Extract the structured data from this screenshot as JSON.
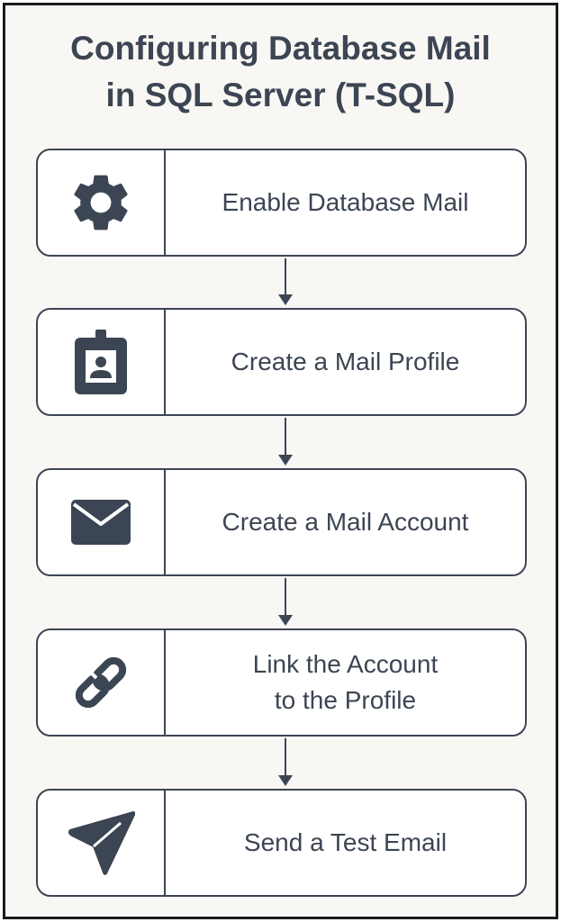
{
  "title": {
    "line1": "Configuring Database Mail",
    "line2": "in SQL Server (T-SQL)"
  },
  "colors": {
    "primary": "#3c4553",
    "background": "#f9f7f4",
    "box_fill": "#ffffff",
    "frame_border": "#1b1b1b"
  },
  "steps": [
    {
      "icon": "gear-icon",
      "label": "Enable Database Mail"
    },
    {
      "icon": "id-badge-icon",
      "label": "Create a Mail Profile"
    },
    {
      "icon": "envelope-icon",
      "label": "Create a Mail Account"
    },
    {
      "icon": "link-icon",
      "label_line1": "Link the Account",
      "label_line2": "to the Profile"
    },
    {
      "icon": "paper-plane-icon",
      "label": "Send a Test Email"
    }
  ]
}
